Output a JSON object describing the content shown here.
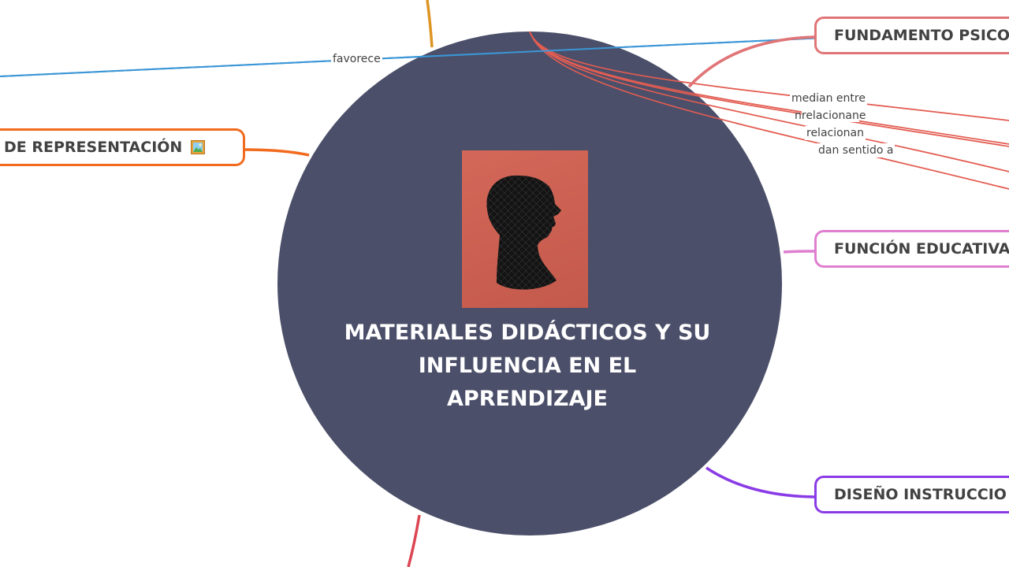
{
  "central": {
    "title_lines": [
      "MATERIALES DIDÁCTICOS Y SU",
      "INFLUENCIA EN EL",
      "APRENDIZAJE"
    ],
    "color": "#4b4f69",
    "image_icon": "human-head-silhouette"
  },
  "branches": {
    "fundamento": {
      "label": "FUNDAMENTO PSICO",
      "color": "#e07577"
    },
    "funcion": {
      "label": "FUNCIÓN EDUCATIVA",
      "color": "#e07ed0"
    },
    "diseno": {
      "label": "DISEÑO INSTRUCCIO",
      "color": "#8a3be6"
    },
    "representacion": {
      "label": "DE REPRESENTACIÓN",
      "color": "#f26a1d",
      "icon": "framed-picture-icon"
    }
  },
  "edge_labels": {
    "favorece": "favorece",
    "median_entre": "median entre",
    "relacionan_overlap": "relacionan",
    "relacionan_overlap_prefix": "n",
    "relacionan_overlap_suffix": "e",
    "relacionan": "relacionan",
    "dan_sentido": "dan sentido a"
  },
  "connector_colors": {
    "blue": "#3b96d6",
    "red": "#e35d52",
    "gold": "#de9423",
    "crimson": "#dc4552"
  }
}
